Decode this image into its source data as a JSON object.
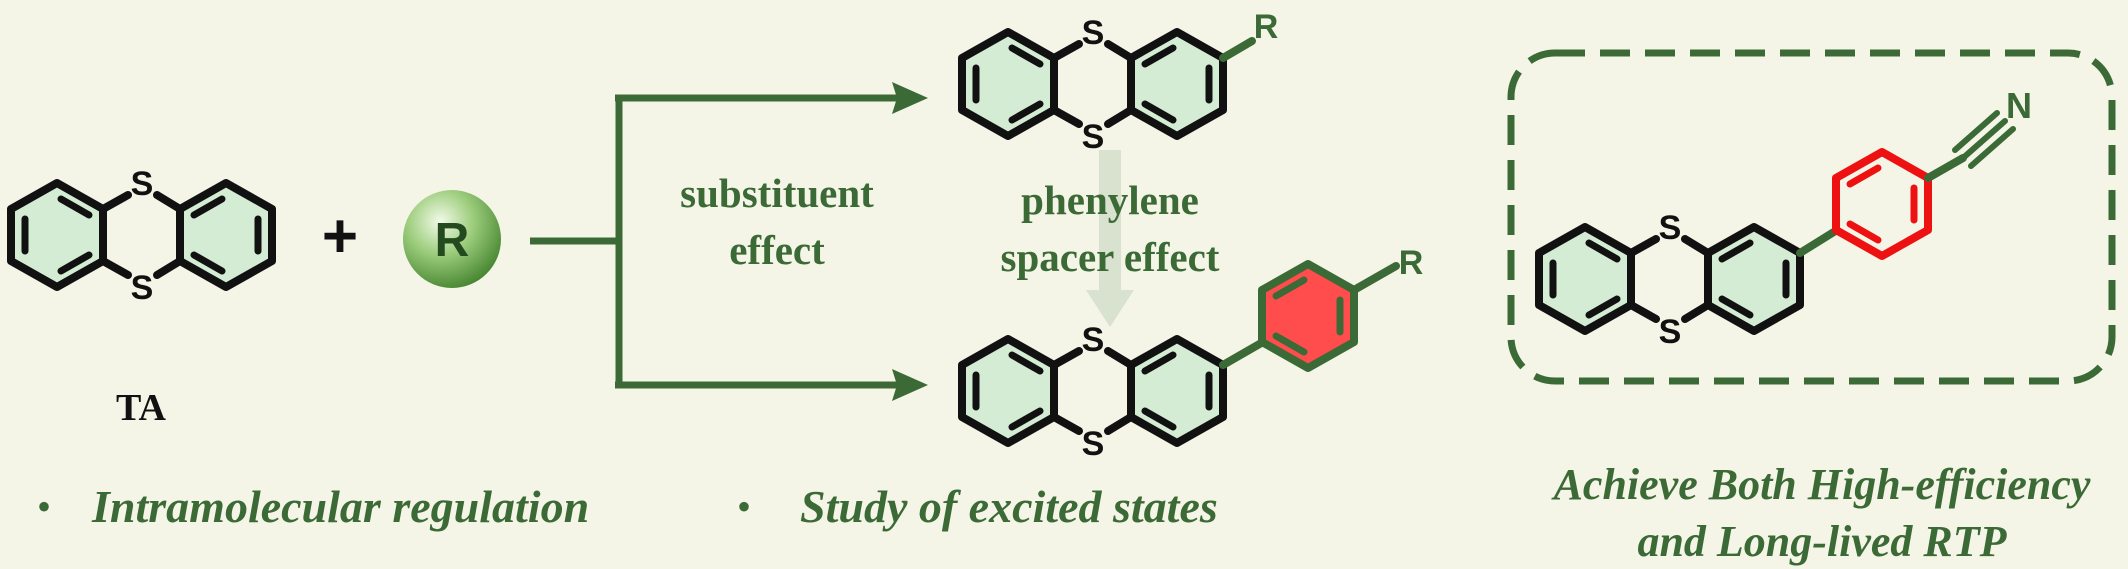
{
  "colors": {
    "background": "#f4f5e6",
    "accent_green": "#3c6a36",
    "ring_fill": "#d3ecd3",
    "highlight_red": "#ff4d4d",
    "red_stroke": "#ee1111",
    "down_arrow": "#d8e2cf"
  },
  "reactant": {
    "atom_top": "S",
    "atom_bottom": "S",
    "label": "TA"
  },
  "operator": {
    "plus": "+",
    "group_badge": "R"
  },
  "branches": {
    "upper_label_line1": "substituent",
    "upper_label_line2": "effect",
    "middle_label_line1": "phenylene",
    "middle_label_line2": "spacer effect"
  },
  "product_top": {
    "atom_top": "S",
    "atom_bottom": "S",
    "substituent": "R"
  },
  "product_bottom": {
    "atom_top": "S",
    "atom_bottom": "S",
    "substituent": "R"
  },
  "highlight_molecule": {
    "atom_top": "S",
    "atom_bottom": "S",
    "nitrile_n": "N"
  },
  "bullets": {
    "marker": "•",
    "item1": "Intramolecular regulation",
    "item2": "Study of excited states"
  },
  "conclusion": {
    "line1": "Achieve Both High-efficiency",
    "line2": "and Long-lived RTP"
  }
}
